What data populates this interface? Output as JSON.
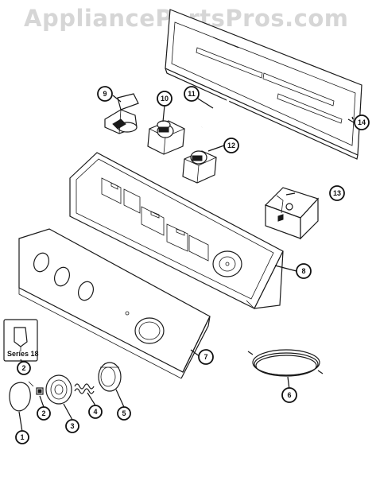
{
  "watermark": "AppliancePartsPros.com",
  "inset": {
    "label": "Series 18",
    "callout": "2"
  },
  "callouts": [
    "1",
    "2",
    "3",
    "4",
    "5",
    "6",
    "7",
    "8",
    "9",
    "10",
    "11",
    "12",
    "13",
    "14"
  ]
}
